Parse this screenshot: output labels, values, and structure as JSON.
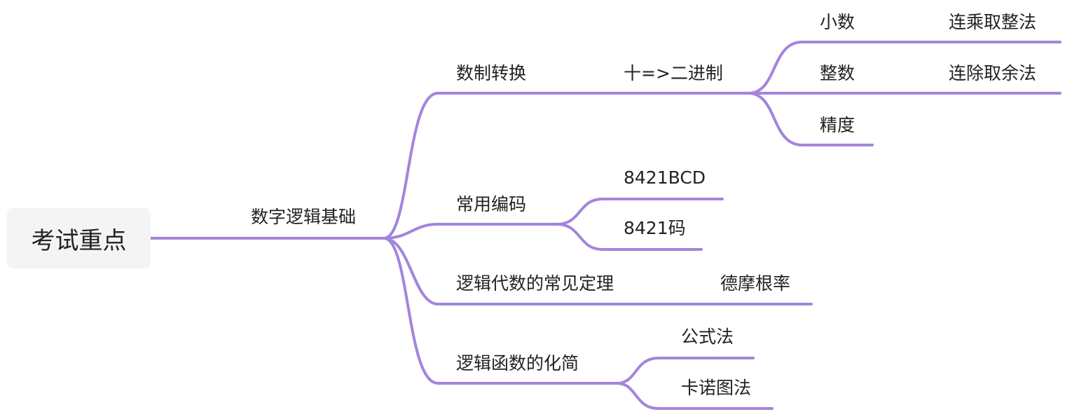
{
  "mindmap": {
    "branch_color": "#a385dc",
    "root": {
      "label": "考试重点"
    },
    "nodes": {
      "shuzi": {
        "label": "数字逻辑基础"
      },
      "zhuanhuan": {
        "label": "数制转换"
      },
      "erjinzhi": {
        "label": "十=>二进制"
      },
      "xiaoshu": {
        "label": "小数"
      },
      "lianchengqu": {
        "label": "连乘取整法"
      },
      "zhengshu": {
        "label": "整数"
      },
      "lianchuqu": {
        "label": "连除取余法"
      },
      "jingdu": {
        "label": "精度"
      },
      "bianma": {
        "label": "常用编码"
      },
      "bcd": {
        "label": "8421BCD"
      },
      "ma8421": {
        "label": "8421码"
      },
      "dingli": {
        "label": "逻辑代数的常见定理"
      },
      "demo": {
        "label": "德摩根率"
      },
      "huajian": {
        "label": "逻辑函数的化简"
      },
      "gongshi": {
        "label": "公式法"
      },
      "kanuo": {
        "label": "卡诺图法"
      }
    }
  }
}
